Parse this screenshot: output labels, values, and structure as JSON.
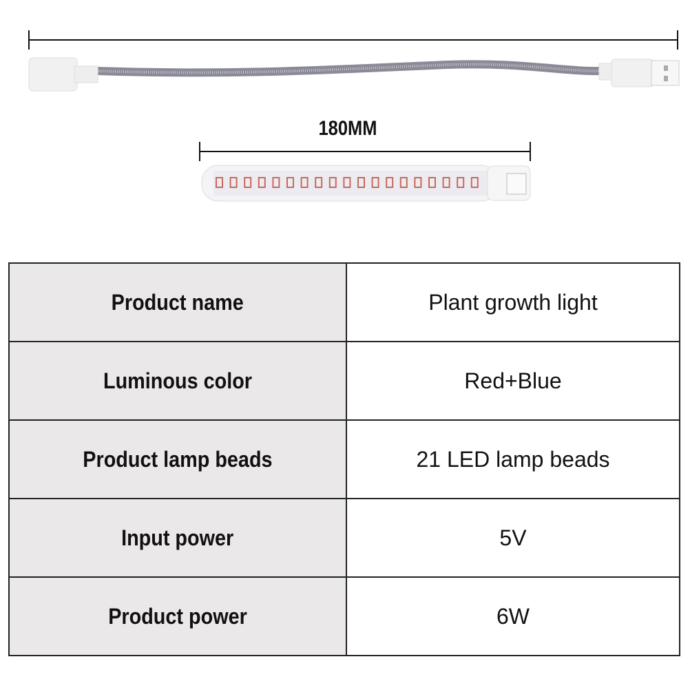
{
  "dimension_label": "180MM",
  "specs": [
    {
      "label": "Product name",
      "value": "Plant growth light"
    },
    {
      "label": "Luminous color",
      "value": "Red+Blue"
    },
    {
      "label": "Product lamp beads",
      "value": "21 LED lamp beads"
    },
    {
      "label": "Input power",
      "value": "5V"
    },
    {
      "label": "Product power",
      "value": "6W"
    }
  ],
  "colors": {
    "led": "#c9685e",
    "header_bg": "#ebe8e9"
  }
}
